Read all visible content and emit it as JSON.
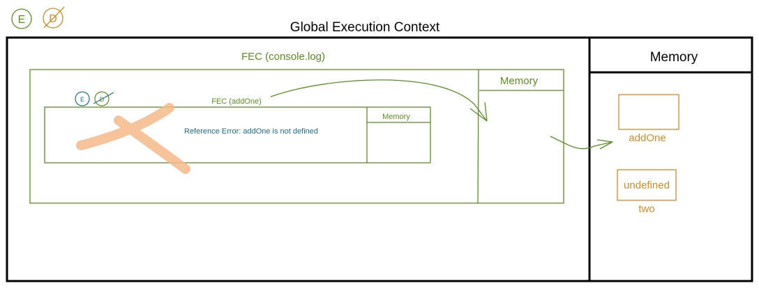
{
  "legend": {
    "e_letter": "E",
    "d_letter": "D"
  },
  "global": {
    "title": "Global Execution Context",
    "memory_header": "Memory",
    "memory_items": [
      {
        "value": "",
        "name": "addOne"
      },
      {
        "value": "undefined",
        "name": "two"
      }
    ]
  },
  "fec_console": {
    "title": "FEC (console.log)",
    "memory_header": "Memory"
  },
  "fec_addone": {
    "title": "FEC (addOne)",
    "memory_header": "Memory",
    "e_letter": "E",
    "d_letter": "D",
    "message": "Reference Error: addOne is not defined"
  },
  "colors": {
    "black": "#000000",
    "green": "#5a8f1e",
    "orange": "#d98a1f",
    "teal": "#1a6f8f",
    "cross": "#f5b98a"
  }
}
